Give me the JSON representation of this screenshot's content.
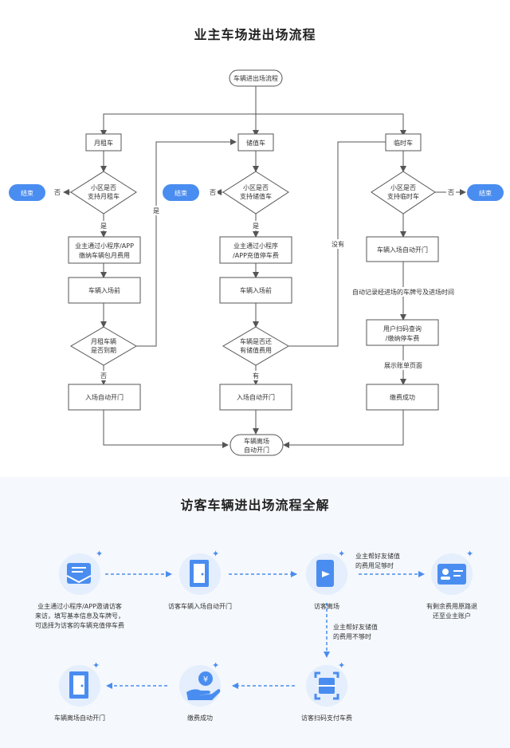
{
  "top": {
    "title": "业主车场进出场流程",
    "start": "车辆进出场流程",
    "monthly": {
      "type": "月租车",
      "q_line1": "小区是否",
      "q_line2": "支持月租车",
      "end": "结束",
      "no": "否",
      "yes": "是",
      "pay_line1": "业主通过小程序/APP",
      "pay_line2": "缴纳车辆包月费用",
      "enter_before": "车辆入场前",
      "exp_line1": "月租车辆",
      "exp_line2": "是否到期",
      "exp_yes": "是",
      "exp_no": "否",
      "open": "入场自动开门"
    },
    "stored": {
      "type": "储值车",
      "q_line1": "小区是否",
      "q_line2": "支持储值车",
      "end": "结束",
      "no": "否",
      "yes": "是",
      "pay_line1": "业主通过小程序",
      "pay_line2": "/APP充值停车费",
      "enter_before": "车辆入场前",
      "bal_line1": "车辆是否还",
      "bal_line2": "有储值费用",
      "bal_yes": "有",
      "bal_no": "没有",
      "open": "入场自动开门"
    },
    "temp": {
      "type": "临时车",
      "q_line1": "小区是否",
      "q_line2": "支持临时车",
      "end": "结束",
      "no": "否",
      "open": "车辆入场自动开门",
      "record": "自动记录经进场的车牌号及进场时间",
      "scan_line1": "用户扫码查询",
      "scan_line2": "/缴纳停车费",
      "bill": "展示账单页面",
      "paid": "缴费成功"
    },
    "exit_line1": "车辆离场",
    "exit_line2": "自动开门"
  },
  "bottom": {
    "title": "访客车辆进出场流程全解",
    "invite": [
      "业主通过小程序/APP邀请访客",
      "来访，填写基本信息及车牌号，",
      "可选择为访客的车辆充值停车费"
    ],
    "enter": "访客车辆入场自动开门",
    "leave": "访客离场",
    "enough": [
      "业主帮好友储值",
      "的费用足够时"
    ],
    "refund": [
      "有剩余费用原路退",
      "还至业主账户"
    ],
    "not_enough": [
      "业主帮好友储值",
      "的费用不够时"
    ],
    "scanpay": "访客扫码支付车费",
    "paid": "缴费成功",
    "exit": "车辆离场自动开门",
    "icons": [
      "mail-icon",
      "door-icon",
      "phone-exit-icon",
      "id-card-icon",
      "scan-icon",
      "money-hand-icon",
      "door-exit-icon"
    ],
    "accent": "#4a8df0"
  },
  "colors": {
    "accent": "#4a8df0",
    "box_border": "#555555",
    "line": "#555555"
  }
}
